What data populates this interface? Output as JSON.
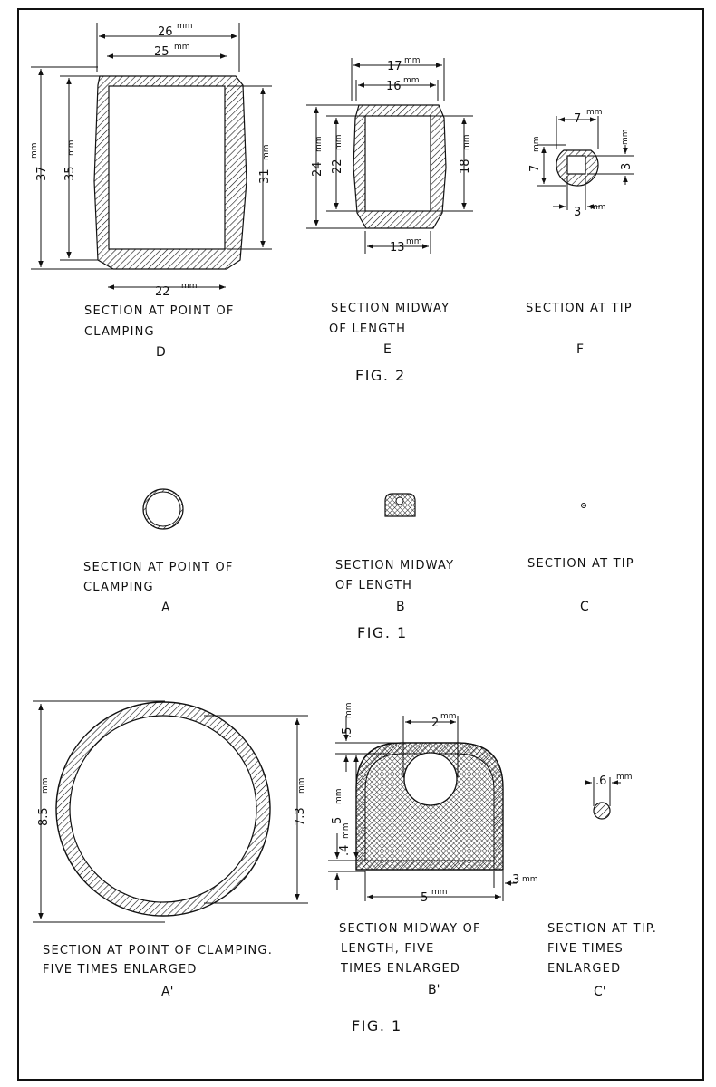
{
  "fig2": {
    "title": "FIG. 2",
    "D": {
      "caption": [
        "SECTION AT POINT OF",
        "CLAMPING"
      ],
      "letter": "D",
      "dims": {
        "d26": "26",
        "d25": "25",
        "d37": "37",
        "d35": "35",
        "d31": "31",
        "d22": "22"
      }
    },
    "E": {
      "caption": [
        "SECTION MIDWAY",
        "OF LENGTH"
      ],
      "letter": "E",
      "dims": {
        "d17": "17",
        "d16": "16",
        "d24": "24",
        "d22": "22",
        "d18": "18",
        "d13": "13"
      }
    },
    "F": {
      "caption": [
        "SECTION AT TIP"
      ],
      "letter": "F",
      "dims": {
        "d7a": "7",
        "d7b": "7",
        "d3a": "3",
        "d3b": "3"
      }
    }
  },
  "fig1": {
    "title": "FIG. 1",
    "A": {
      "caption": [
        "SECTION AT POINT OF",
        "CLAMPING"
      ],
      "letter": "A"
    },
    "B": {
      "caption": [
        "SECTION MIDWAY",
        "OF LENGTH"
      ],
      "letter": "B"
    },
    "C": {
      "caption": [
        "SECTION AT TIP"
      ],
      "letter": "C"
    }
  },
  "fig1_enlarged": {
    "title": "FIG. 1",
    "A": {
      "caption": [
        "SECTION AT POINT OF CLAMPING.",
        "FIVE TIMES ENLARGED"
      ],
      "letter": "A'",
      "dims": {
        "d85": "8.5",
        "d73": "7.3"
      }
    },
    "B": {
      "caption": [
        "SECTION MIDWAY OF",
        "LENGTH, FIVE",
        "TIMES ENLARGED"
      ],
      "letter": "B'",
      "dims": {
        "d05": ".5",
        "d2": "2",
        "d5v": "5",
        "d4": ".4",
        "d5h": "5",
        "d3": ".3"
      }
    },
    "C": {
      "caption": [
        "SECTION AT TIP.",
        "FIVE TIMES",
        "ENLARGED"
      ],
      "letter": "C'",
      "dims": {
        "d06": ".6"
      }
    }
  },
  "unit": "mm"
}
